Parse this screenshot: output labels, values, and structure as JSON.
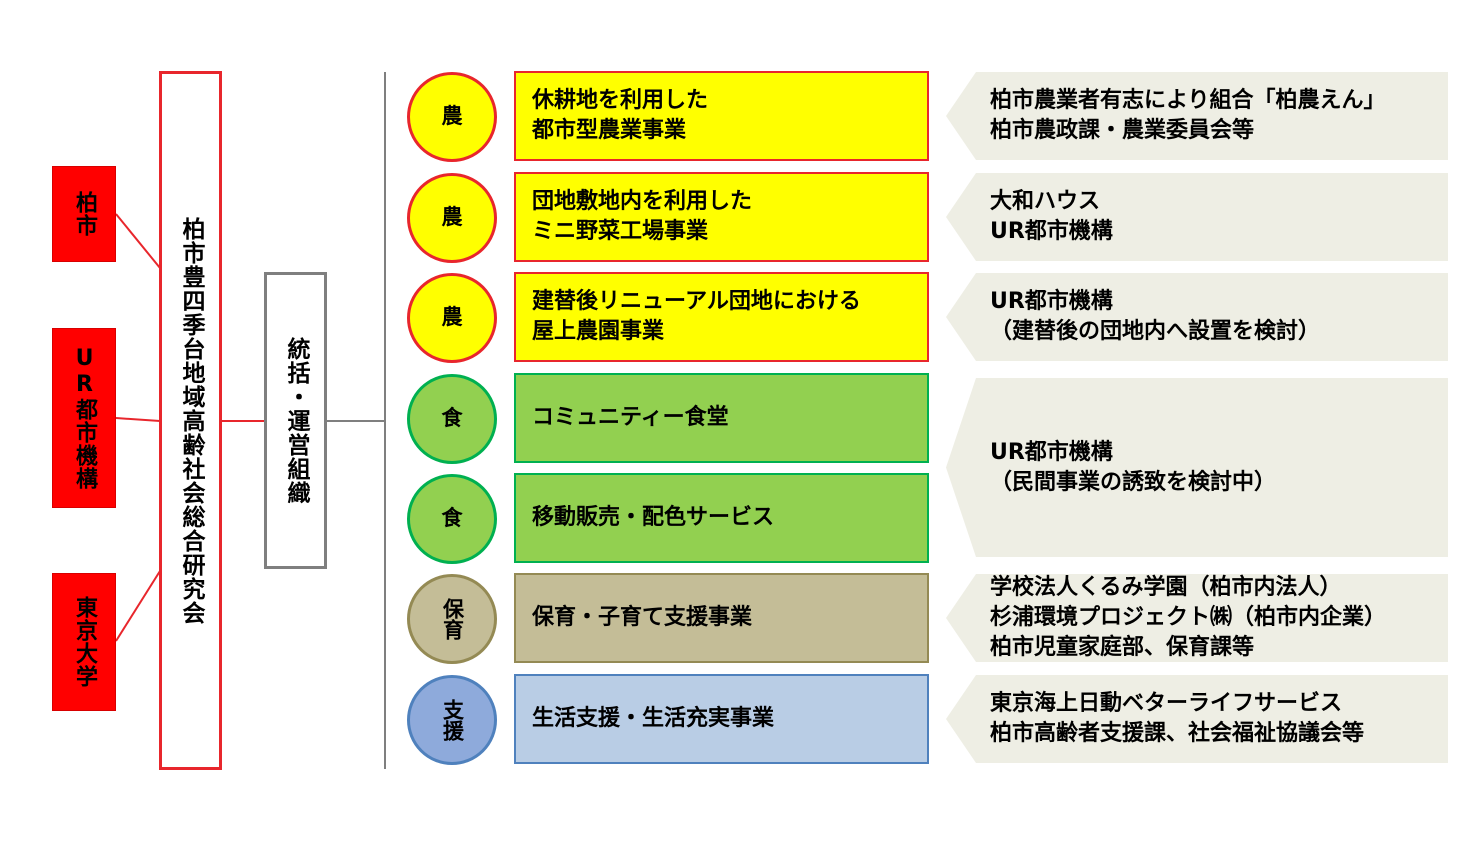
{
  "organizations": [
    {
      "name": "柏市"
    },
    {
      "name": "UR都市機構"
    },
    {
      "name": "東京大学"
    }
  ],
  "council": {
    "name": "柏市豊四季台地域高齢社会総合研究会"
  },
  "management": {
    "name": "統括・運営組織"
  },
  "projects": [
    {
      "category": "農",
      "lines": [
        "休耕地を利用した",
        "都市型農業事業"
      ],
      "color": "#ffff00"
    },
    {
      "category": "農",
      "lines": [
        "団地敷地内を利用した",
        "ミニ野菜工場事業"
      ],
      "color": "#ffff00"
    },
    {
      "category": "農",
      "lines": [
        "建替後リニューアル団地における",
        "屋上農園事業"
      ],
      "color": "#ffff00"
    },
    {
      "category": "食",
      "lines": [
        "コミュニティー食堂"
      ],
      "color": "#92d050"
    },
    {
      "category": "食",
      "lines": [
        "移動販売・配色サービス"
      ],
      "color": "#92d050"
    },
    {
      "category": "保育",
      "lines": [
        "保育・子育て支援事業"
      ],
      "color": "#c4bd97"
    },
    {
      "category": "支援",
      "lines": [
        "生活支援・生活充実事業"
      ],
      "color": "#b9cde5"
    }
  ],
  "partners": [
    {
      "lines": [
        "柏市農業者有志により組合「柏農えん」",
        "柏市農政課・農業委員会等"
      ]
    },
    {
      "lines": [
        "大和ハウス",
        "UR都市機構"
      ]
    },
    {
      "lines": [
        "UR都市機構",
        "（建替後の団地内へ設置を検討）"
      ]
    },
    {
      "lines": [
        "UR都市機構",
        "（民間事業の誘致を検討中）"
      ]
    },
    {
      "lines": [
        "学校法人くるみ学園（柏市内法人）",
        "杉浦環境プロジェクト㈱（柏市内企業）",
        "柏市児童家庭部、保育課等"
      ]
    },
    {
      "lines": [
        "東京海上日動ベターライフサービス",
        "柏市高齢者支援課、社会福祉協議会等"
      ]
    }
  ],
  "colors": {
    "org_red": "#ff0000",
    "council_border": "#e8262c",
    "mgmt_border": "#7f7f7f",
    "yellow": "#ffff00",
    "green": "#92d050",
    "tan": "#c4bd97",
    "blue": "#b9cde5",
    "partner_bg": "#eeeee4"
  }
}
